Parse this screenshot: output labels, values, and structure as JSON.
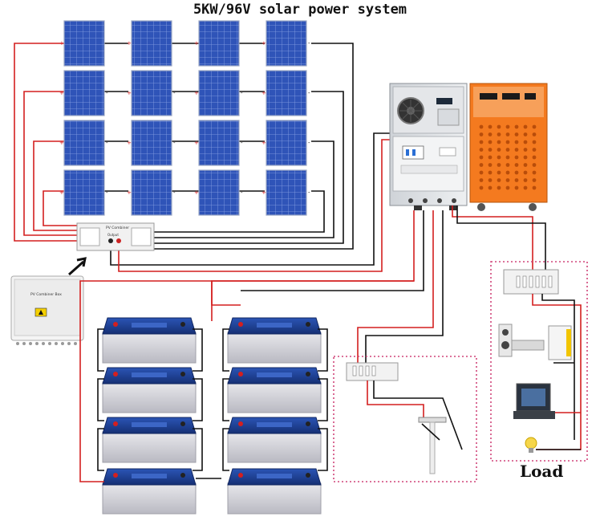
{
  "title": "5KW/96V solar power system",
  "pv_combiner_label": "PV Combiner",
  "combiner_box_label": "PV Combiner Box",
  "output_label": "Output",
  "load_label": "Load",
  "colors": {
    "positive_wire": "#d41f1f",
    "negative_wire": "#111111",
    "panel_blue": "#2f54b8",
    "battery_lid": "#1f3f8f",
    "controller_orange": "#f47a1f",
    "dotted_border": "#d0457a"
  },
  "icons": [
    "solar-panel-icon",
    "inverter-icon",
    "controller-icon",
    "battery-icon",
    "breaker-icon",
    "ground-rod-icon",
    "speaker-icon",
    "monitor-icon",
    "bulb-icon",
    "fan-icon"
  ]
}
